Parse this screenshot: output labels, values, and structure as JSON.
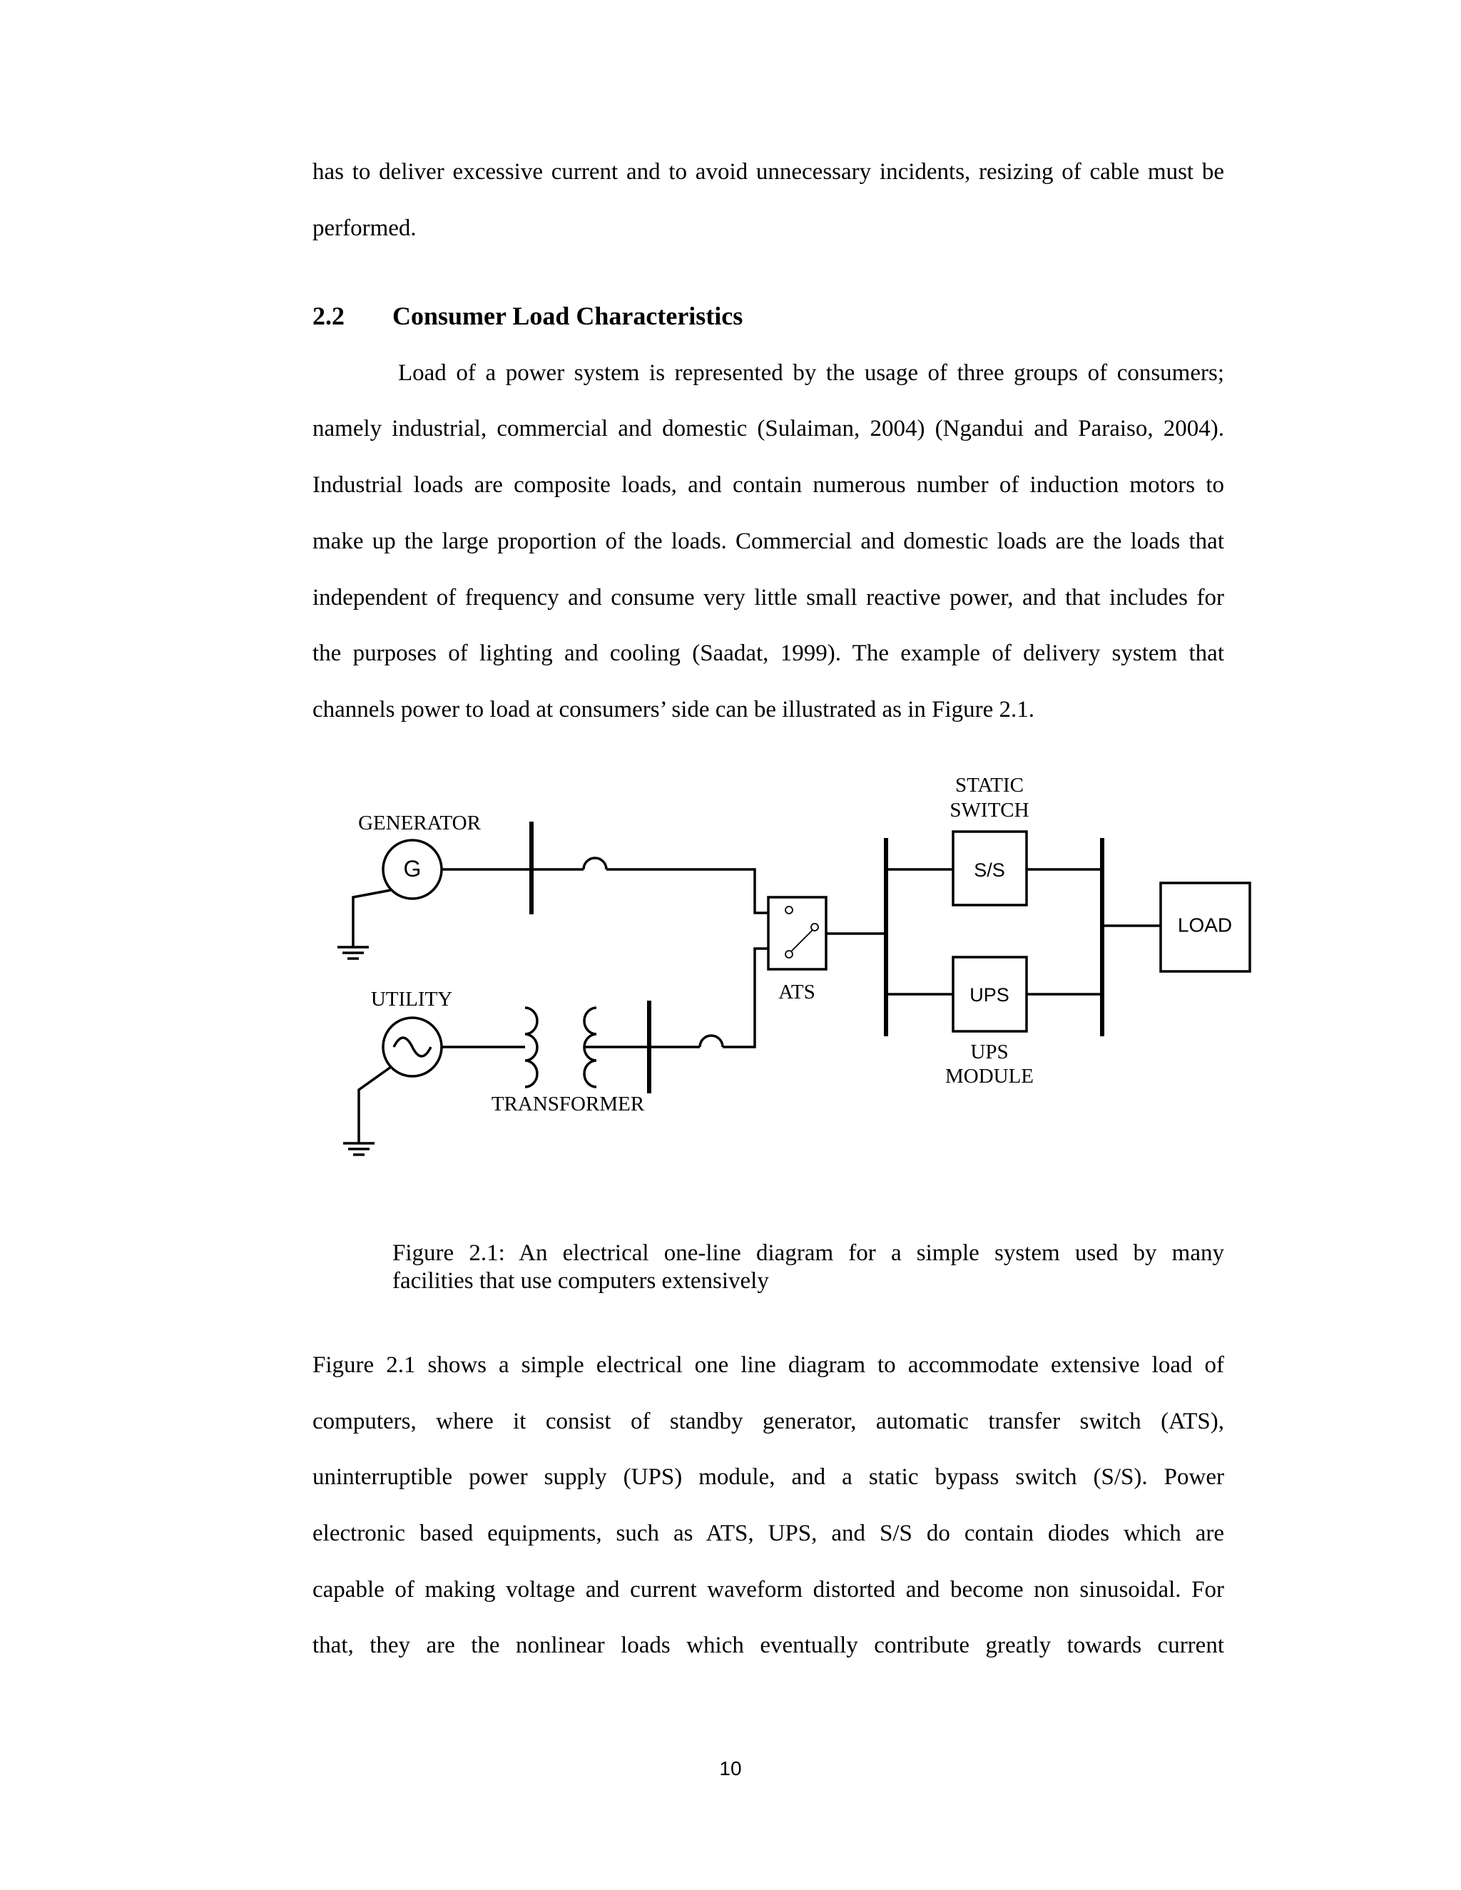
{
  "paragraph_top": [
    "has to deliver excessive current and to avoid unnecessary incidents, resizing of cable must be",
    "performed."
  ],
  "section": {
    "number": "2.2",
    "title": "Consumer Load Characteristics"
  },
  "paragraph_1": [
    "Load of a power system is represented by the usage of three groups of consumers;",
    "namely industrial, commercial and domestic (Sulaiman, 2004) (Ngandui and Paraiso, 2004).",
    "Industrial loads are composite loads, and contain numerous number of induction motors to",
    "make up the large proportion of the loads. Commercial and domestic loads are the loads that",
    "independent of frequency and consume very little small reactive power, and that includes for",
    "the purposes of lighting and cooling (Saadat, 1999). The example of delivery system that",
    "channels power to load at consumers’ side can be illustrated as in Figure 2.1."
  ],
  "diagram": {
    "generator_label": "GENERATOR",
    "generator_symbol": "G",
    "utility_label": "UTILITY",
    "transformer_label": "TRANSFORMER",
    "ats_label": "ATS",
    "static_switch_label_1": "STATIC",
    "static_switch_label_2": "SWITCH",
    "ss_box": "S/S",
    "ups_box": "UPS",
    "ups_module_label_1": "UPS",
    "ups_module_label_2": "MODULE",
    "load_box": "LOAD"
  },
  "caption": [
    "Figure 2.1: An electrical one-line diagram for a simple system used by many",
    "facilities that use computers extensively"
  ],
  "paragraph_2": [
    "Figure 2.1 shows a simple electrical one line diagram to accommodate extensive load of",
    "computers, where it consist of standby generator, automatic transfer switch (ATS),",
    "uninterruptible power supply (UPS) module, and a static bypass switch (S/S). Power",
    "electronic based equipments, such as ATS, UPS, and S/S do contain diodes which are",
    "capable of making voltage and current waveform distorted and become non sinusoidal. For",
    "that, they are the nonlinear loads which eventually contribute greatly towards current"
  ],
  "page_number": "10"
}
